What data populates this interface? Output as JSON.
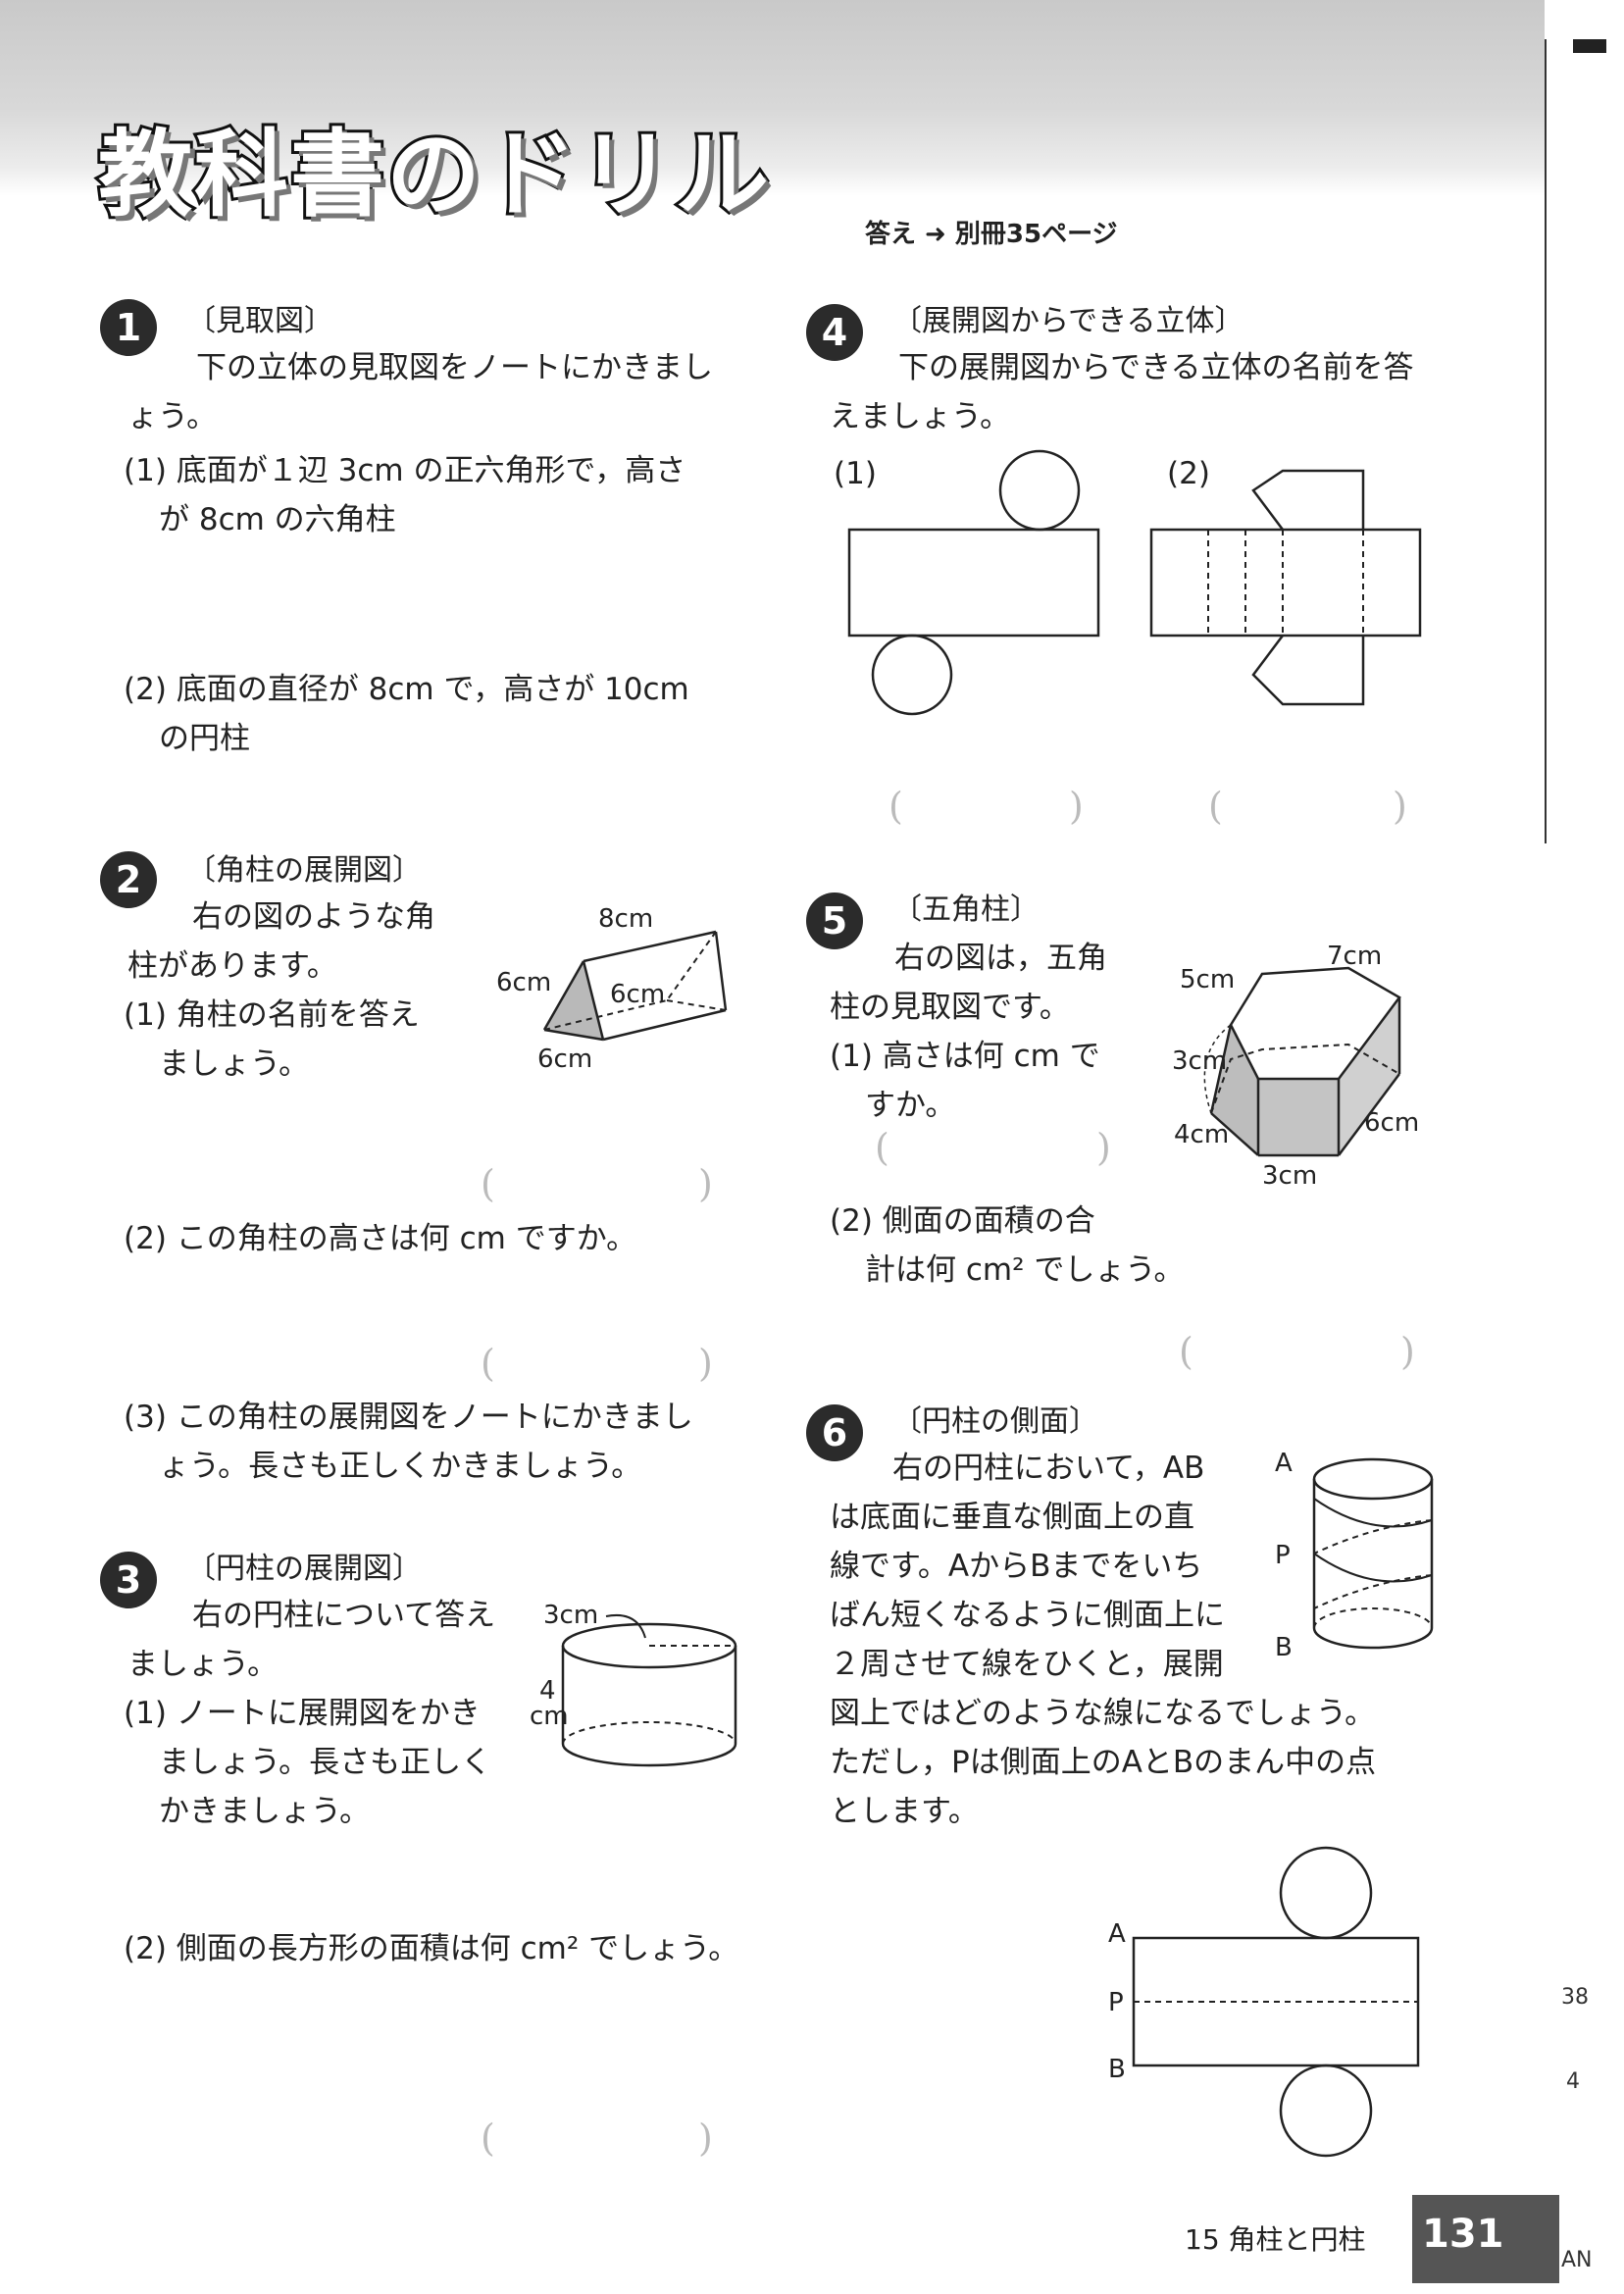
{
  "header": {
    "title": "教科書のドリル",
    "answer_ref": "答え ➜ 別冊35ページ"
  },
  "q1": {
    "number": "1",
    "title": "〔見取図〕",
    "intro_l1": "下の立体の見取図をノートにかきまし",
    "intro_l2": "ょう。",
    "p1_l1": "(1)  底面が１辺 3cm の正六角形で，高さ",
    "p1_l2": "が 8cm の六角柱",
    "p2_l1": "(2)  底面の直径が 8cm で，高さが 10cm",
    "p2_l2": "の円柱"
  },
  "q2": {
    "number": "2",
    "title": "〔角柱の展開図〕",
    "intro_l1": "右の図のような角",
    "intro_l2": "柱があります。",
    "p1_l1": "(1)  角柱の名前を答え",
    "p1_l2": "ましょう。",
    "p2": "(2)  この角柱の高さは何 cm ですか。",
    "p3_l1": "(3)  この角柱の展開図をノートにかきまし",
    "p3_l2": "ょう。長さも正しくかきましょう。",
    "fig_labels": [
      "8cm",
      "6cm",
      "6cm",
      "6cm"
    ]
  },
  "q3": {
    "number": "3",
    "title": "〔円柱の展開図〕",
    "intro_l1": "右の円柱について答え",
    "intro_l2": "ましょう。",
    "p1_l1": "(1)  ノートに展開図をかき",
    "p1_l2": "ましょう。長さも正しく",
    "p1_l3": "かきましょう。",
    "p2": "(2)  側面の長方形の面積は何 cm² でしょう。",
    "fig_labels": [
      "3cm",
      "4",
      "cm"
    ]
  },
  "q4": {
    "number": "4",
    "title": "〔展開図からできる立体〕",
    "intro_l1": "下の展開図からできる立体の名前を答",
    "intro_l2": "えましょう。",
    "label1": "(1)",
    "label2": "(2)"
  },
  "q5": {
    "number": "5",
    "title": "〔五角柱〕",
    "intro_l1": "右の図は，五角",
    "intro_l2": "柱の見取図です。",
    "p1_l1": "(1)  高さは何 cm で",
    "p1_l2": "すか。",
    "p2_l1": "(2)  側面の面積の合",
    "p2_l2": "計は何 cm² でしょう。",
    "fig_labels": [
      "5cm",
      "7cm",
      "3cm",
      "4cm",
      "6cm",
      "3cm"
    ]
  },
  "q6": {
    "number": "6",
    "title": "〔円柱の側面〕",
    "l1": "右の円柱において，AB",
    "l2": "は底面に垂直な側面上の直",
    "l3": "線です。AからBまでをいち",
    "l4": "ばん短くなるように側面上に",
    "l5": "２周させて線をひくと，展開",
    "l6": "図上ではどのような線になるでしょう。",
    "l7": "ただし，Pは側面上のAとBのまん中の点",
    "l8": "とします。",
    "fig_labels": [
      "A",
      "P",
      "B"
    ]
  },
  "footer": {
    "chapter": "15  角柱と円柱",
    "page": "131",
    "side_a": "38",
    "side_b": "4",
    "side_c": "AN"
  }
}
